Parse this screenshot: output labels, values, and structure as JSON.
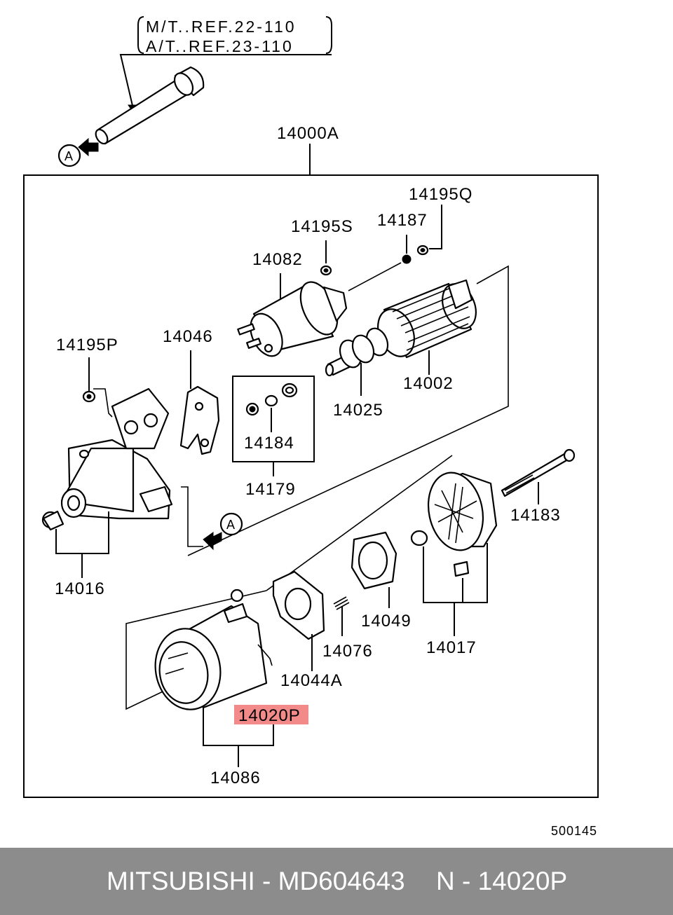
{
  "reference_note": {
    "line1": "M/T..REF.22-110",
    "line2": "A/T..REF.23-110"
  },
  "assembly_label": "14000A",
  "callouts": {
    "p14195Q": "14195Q",
    "p14195S": "14195S",
    "p14187": "14187",
    "p14082": "14082",
    "p14195P": "14195P",
    "p14046": "14046",
    "p14002": "14002",
    "p14025": "14025",
    "p14184": "14184",
    "p14179": "14179",
    "p14183": "14183",
    "p14016": "14016",
    "p14049": "14049",
    "p14017": "14017",
    "p14076": "14076",
    "p14044A": "14044A",
    "p14020P": "14020P",
    "p14086": "14086"
  },
  "view_marker": "A",
  "diagram_number": "500145",
  "highlight_color": "#f28a8a",
  "footer": {
    "brand_part": "MITSUBISHI - MD604643",
    "ref": "N - 14020P"
  }
}
